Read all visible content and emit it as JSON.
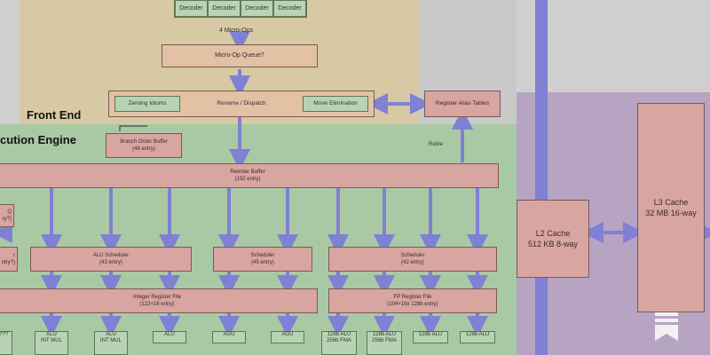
{
  "front_end": {
    "title": "Front End",
    "decoders": [
      "Decoder",
      "Decoder",
      "Decoder",
      "Decoder"
    ],
    "micro_ops_label": "4 Micro-Ops",
    "micro_op_queue": "Micro-Op Queue?",
    "zeroing_idioms": "Zeroing Idioms",
    "rename_dispatch": "Rename / Dispatch",
    "move_elimination": "Move Elimination",
    "register_alias_tables": "Register Alias Tables"
  },
  "execution_engine": {
    "title": "cution Engine",
    "branch_order_buffer": {
      "name": "Branch Order Buffer",
      "entries": "(48 entry)"
    },
    "retire_label": "Retire",
    "reorder_buffer": {
      "name": "Reorder Buffer",
      "entries": "(192 entry)"
    },
    "left_partial_top": {
      "name": "Q",
      "entries": "ry?)"
    },
    "left_partial_mid": {
      "name": "r",
      "entries": "ntry?)"
    },
    "alu_scheduler": {
      "name": "ALU Scheduler",
      "entries": "(43 entry)"
    },
    "agu_scheduler": {
      "name": "Scheduler",
      "entries": "(45 entry)"
    },
    "fp_scheduler": {
      "name": "Scheduler",
      "entries": "(42 entry)"
    },
    "integer_register_file": {
      "name": "Integer Register File",
      "entries": "(122+16 entry)"
    },
    "fp_register_file": {
      "name": "FP Register File",
      "entries": "(104+16x 128b entry)"
    },
    "units": [
      {
        "line1": "???",
        "line2": ""
      },
      {
        "line1": "ALU",
        "line2": "INT MUL"
      },
      {
        "line1": "ALU",
        "line2": "INT MUL"
      },
      {
        "line1": "ALU",
        "line2": ""
      },
      {
        "line1": "AGU",
        "line2": ""
      },
      {
        "line1": "AGU",
        "line2": ""
      },
      {
        "line1": "128b ALU",
        "line2": "256b FMA"
      },
      {
        "line1": "128b ALU",
        "line2": "256b FMA"
      },
      {
        "line1": "128b ALU",
        "line2": ""
      },
      {
        "line1": "128b ALU",
        "line2": ""
      }
    ]
  },
  "caches": {
    "l2": {
      "name": "L2 Cache",
      "detail": "512 KB 8-way"
    },
    "l3": {
      "name": "L3 Cache",
      "detail": "32 MB 16-way"
    }
  },
  "colors": {
    "arrow": "#8080d4",
    "front_end_bg": "#d6c9a4",
    "exec_bg": "#a9c9a4",
    "cache_bg": "#b6a4c2",
    "box": "#d9a5a0"
  },
  "icons": {
    "logo": "bookmark-logo-icon"
  }
}
